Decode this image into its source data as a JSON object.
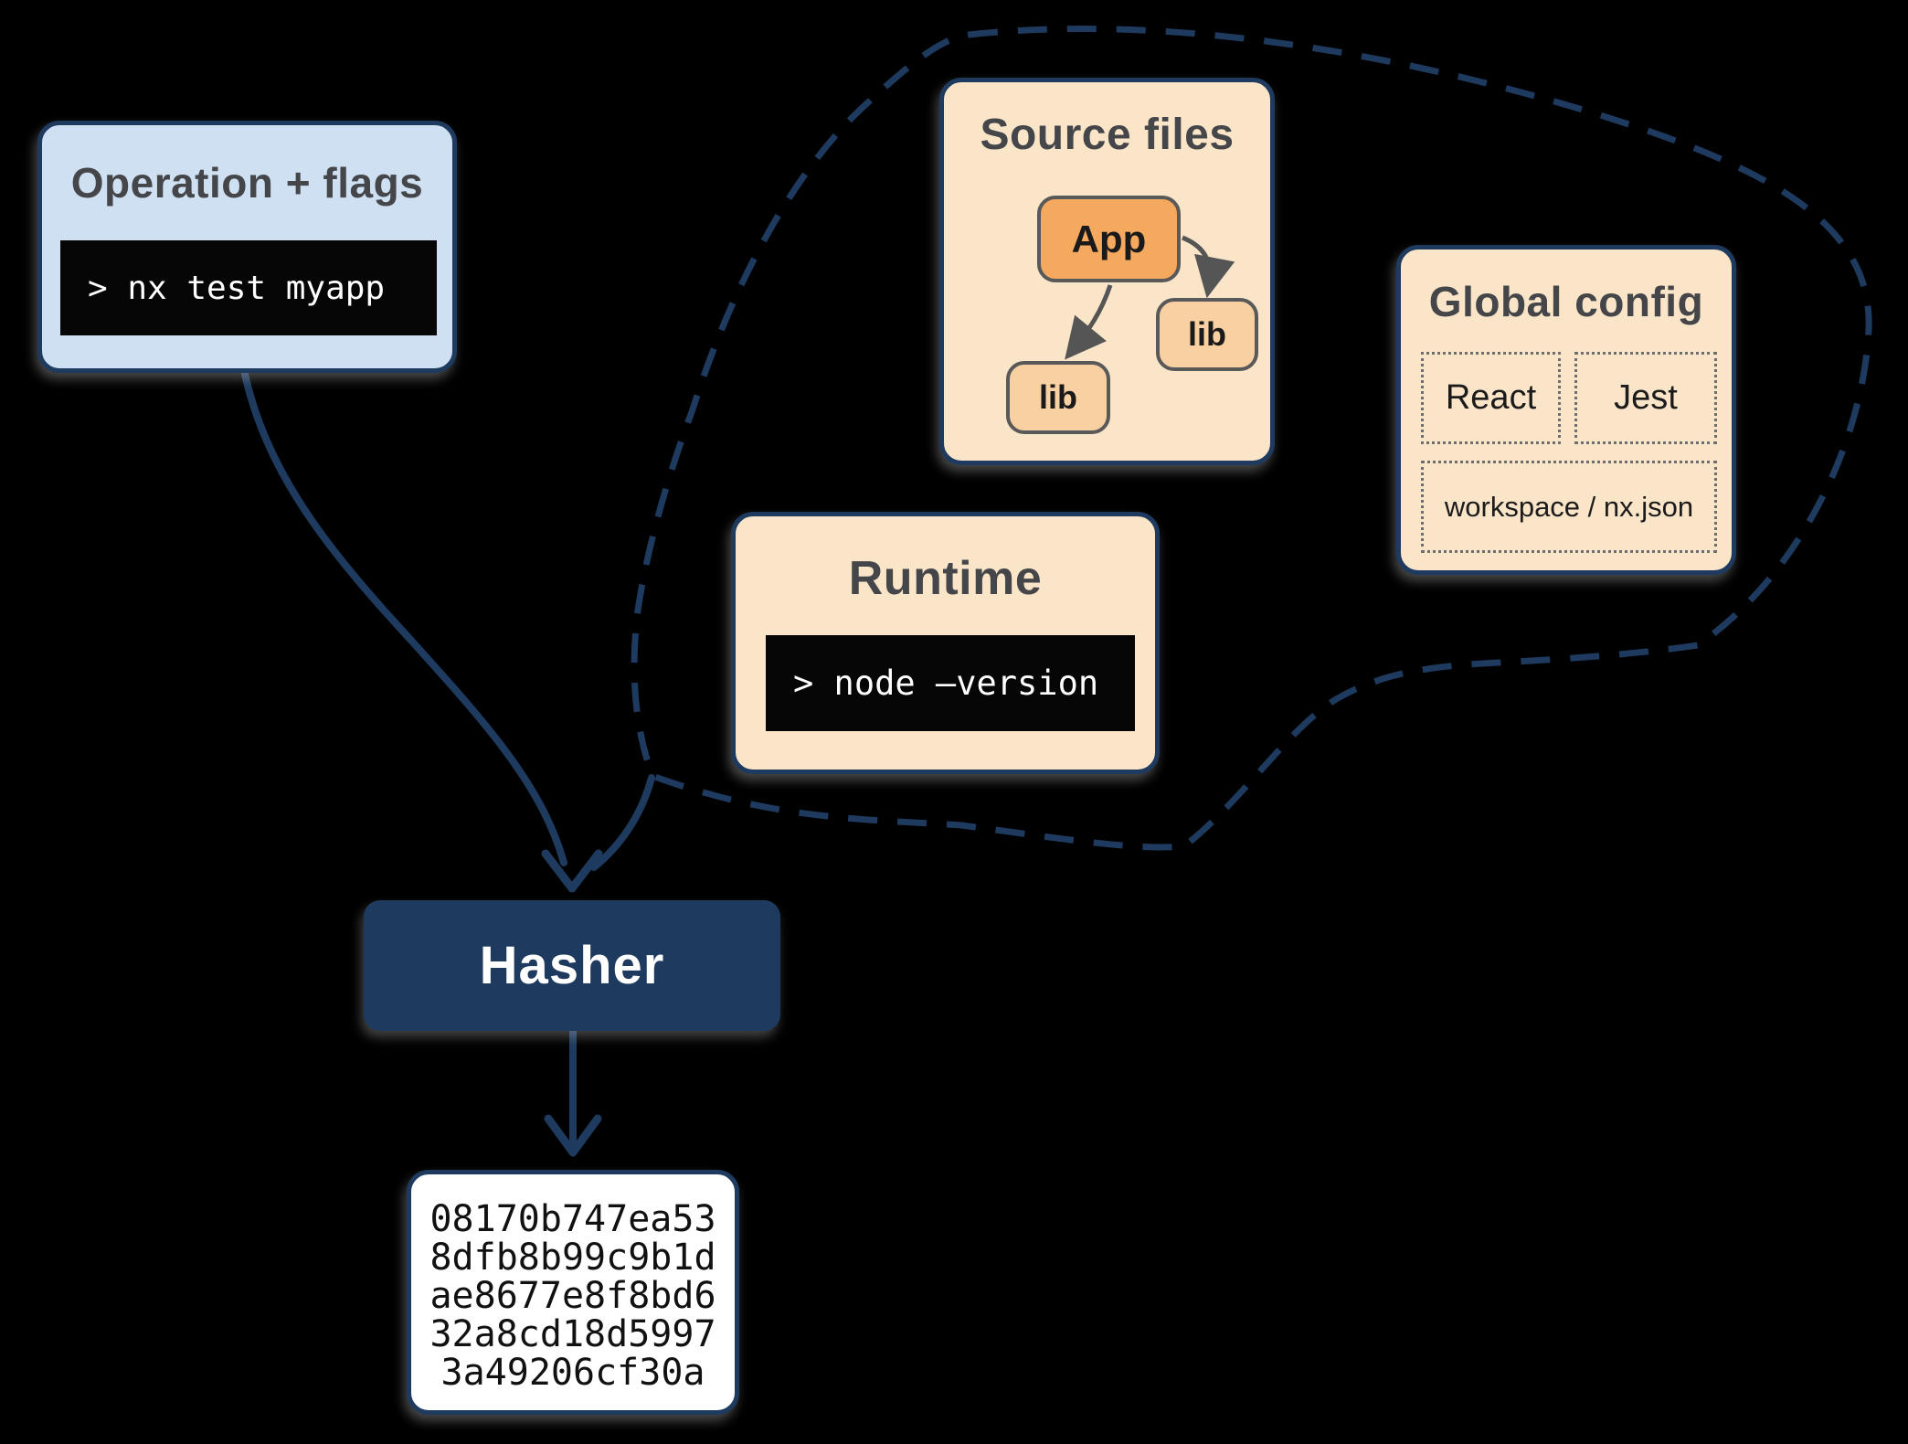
{
  "colors": {
    "background": "#000000",
    "navy": "#1e3a5e",
    "light_blue": "#cfe0f3",
    "peach": "#fbe5c9",
    "orange": "#f5a95f",
    "light_orange": "#f8d0a2",
    "terminal_bg": "#060606",
    "terminal_text": "#ffffff",
    "title_gray": "#454649",
    "node_border_gray": "#595959",
    "dotted_border_gray": "#6e6e6e",
    "inner_arrow_gray": "#555555",
    "hash_box_bg": "#ffffff",
    "hash_text": "#111111"
  },
  "operation_flags": {
    "title": "Operation + flags",
    "command": "> nx test myapp"
  },
  "cloud": {
    "source_files": {
      "title": "Source files",
      "app_label": "App",
      "lib_left_label": "lib",
      "lib_right_label": "lib"
    },
    "runtime": {
      "title": "Runtime",
      "command": "> node –version"
    },
    "global_config": {
      "title": "Global config",
      "chips": [
        "React",
        "Jest",
        "workspace / nx.json"
      ]
    }
  },
  "hasher": {
    "label": "Hasher"
  },
  "hash_output": {
    "lines": [
      "08170b747ea53",
      "8dfb8b99c9b1d",
      "ae8677e8f8bd6",
      "32a8cd18d5997",
      "3a49206cf30a"
    ]
  }
}
